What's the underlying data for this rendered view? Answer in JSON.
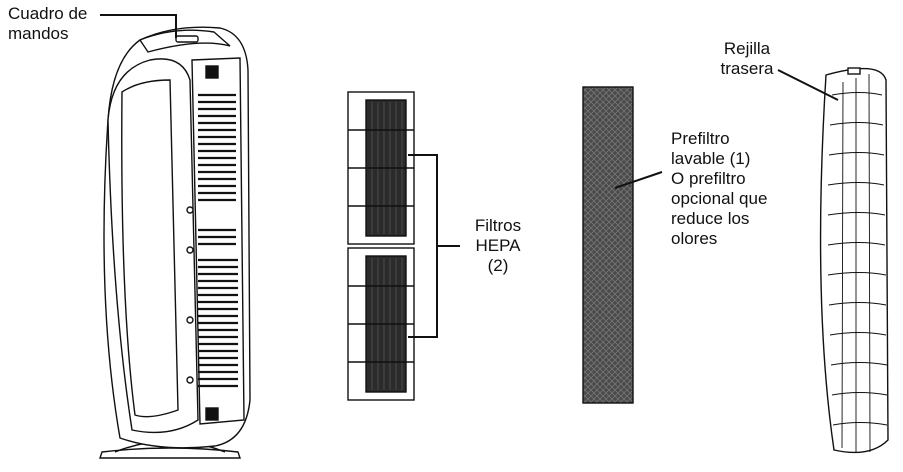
{
  "labels": {
    "control_panel": [
      "Cuadro de",
      "mandos"
    ],
    "hepa_filters": [
      "Filtros",
      "HEPA",
      "(2)"
    ],
    "prefilter": [
      "Prefiltro",
      "lavable (1)",
      "O prefiltro",
      "opcional que",
      "reduce los",
      "olores"
    ],
    "rear_grille": [
      "Rejilla",
      "trasera"
    ]
  },
  "colors": {
    "line": "#111111",
    "prefilter_fill": "#4a4a4a",
    "hepa_media": "#2b2b2b",
    "body_fill": "#ffffff"
  }
}
